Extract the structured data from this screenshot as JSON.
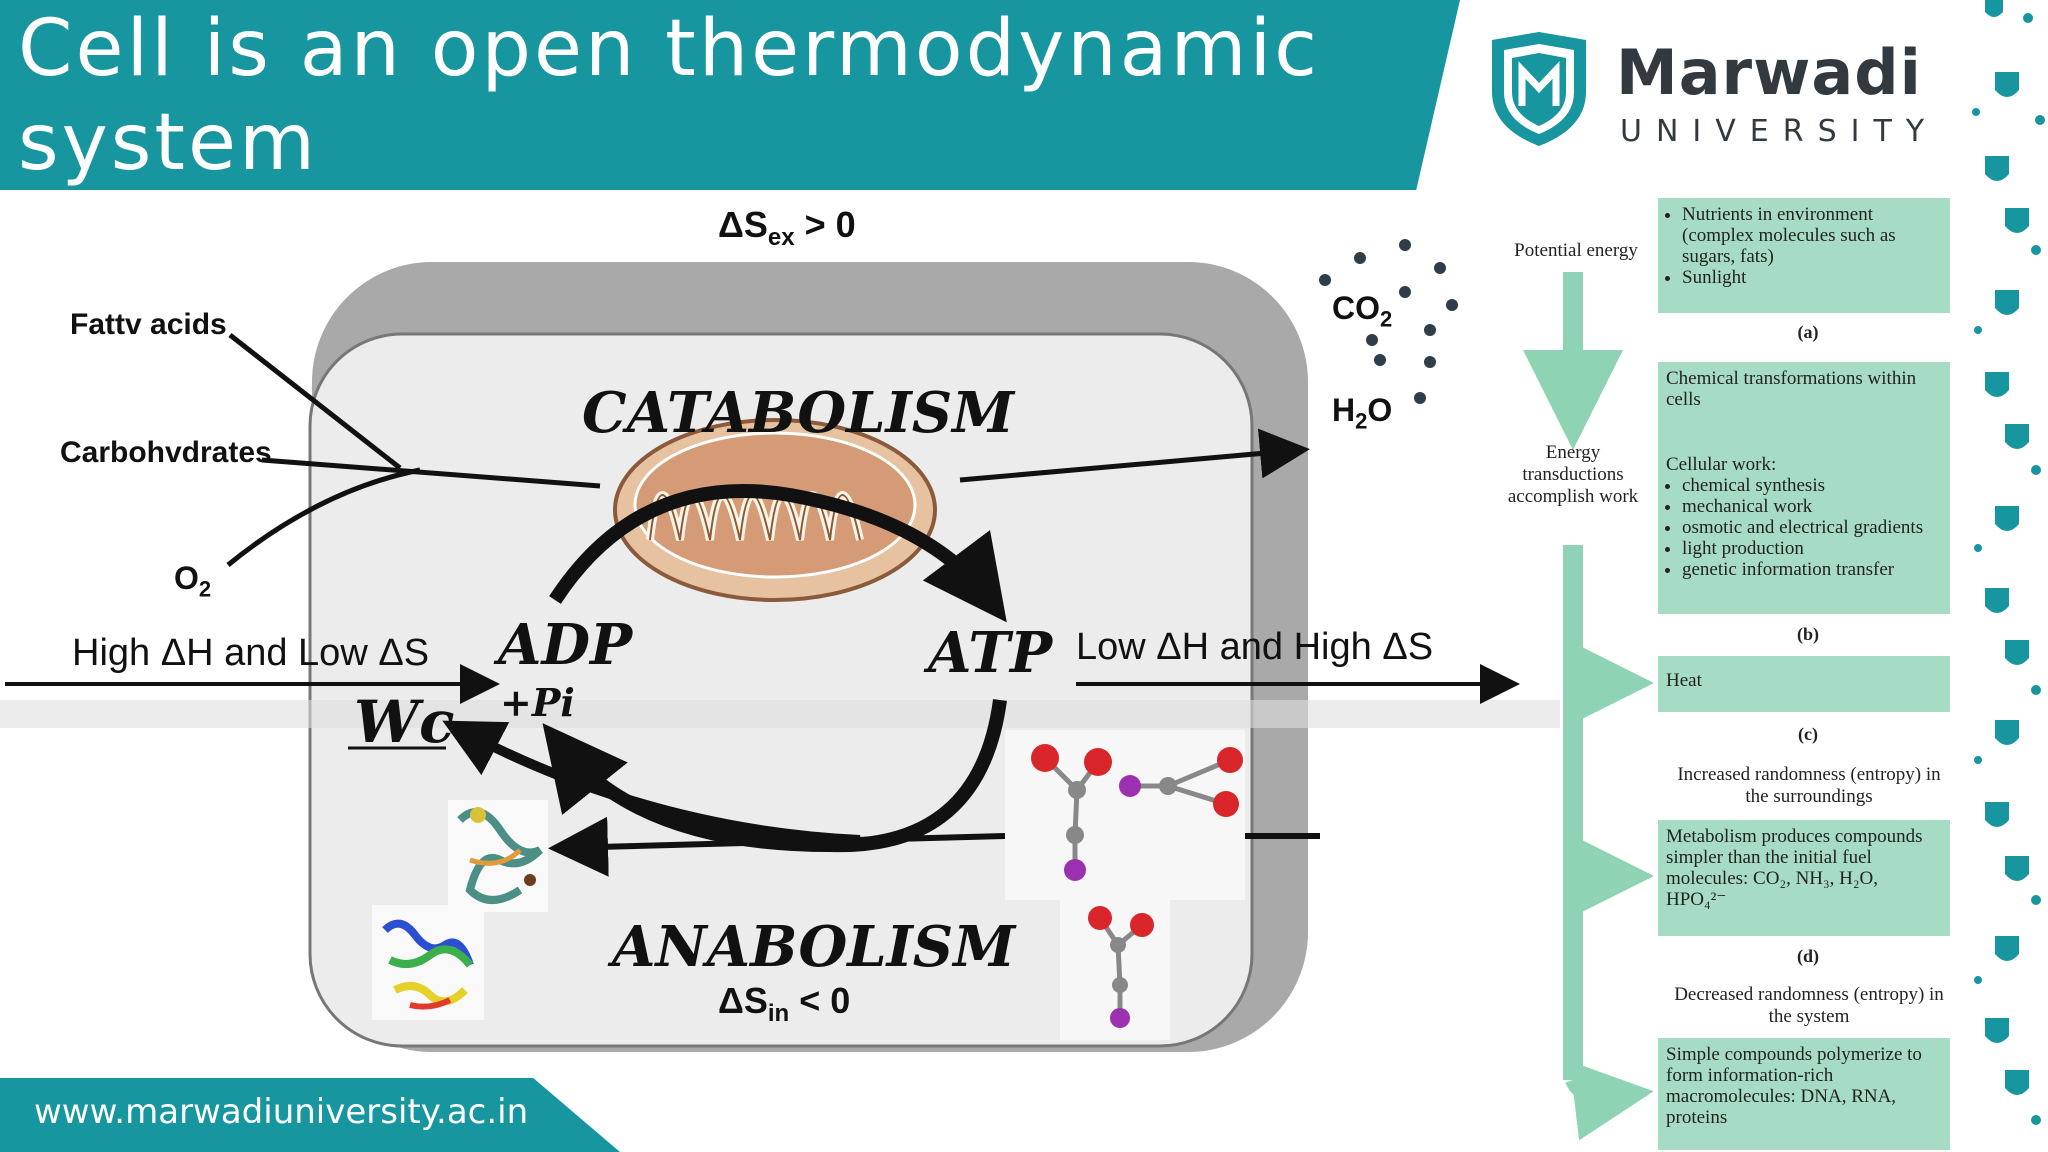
{
  "header": {
    "title": "Cell is an open thermodynamic system",
    "university_name": "Marwadi",
    "university_sub": "UNIVERSITY",
    "brand_color": "#1796a0"
  },
  "footer": {
    "url": "www.marwadiuniversity.ac.in"
  },
  "diagram": {
    "delta_s_ex": "ΔS",
    "delta_s_ex_sub": "ex",
    "delta_s_ex_rel": "> 0",
    "inputs": [
      "Fattv acids",
      "Carbohvdrates",
      "O"
    ],
    "o2_sub": "2",
    "catabolism": "CATABOLISM",
    "anabolism": "ANABOLISM",
    "delta_s_in": "ΔS",
    "delta_s_in_sub": "in",
    "delta_s_in_rel": "< 0",
    "adp": "ADP",
    "pi": "+Pi",
    "atp": "ATP",
    "wc": "Wc",
    "left_label": "High ΔH and Low ΔS",
    "right_label": "Low ΔH and High ΔS",
    "co2": "CO",
    "co2_sub": "2",
    "h2o_h": "H",
    "h2o_sub": "2",
    "h2o_o": "O"
  },
  "side_panel": {
    "potential_energy": "Potential energy",
    "energy_transductions": "Energy transductions accomplish work",
    "box_a_items": [
      "Nutrients in environment (complex molecules such as sugars, fats)",
      "Sunlight"
    ],
    "label_a": "(a)",
    "box_b_top": "Chemical transformations within cells",
    "box_b_heading": "Cellular work:",
    "box_b_items": [
      "chemical synthesis",
      "mechanical work",
      "osmotic and electrical gradients",
      "light production",
      "genetic information transfer"
    ],
    "label_b": "(b)",
    "box_heat": "Heat",
    "label_c": "(c)",
    "increased_randomness": "Increased randomness (entropy) in the surroundings",
    "box_d": "Metabolism produces compounds simpler than the initial fuel molecules: CO₂, NH₃, H₂O, HPO₄²⁻",
    "label_d": "(d)",
    "decreased_randomness": "Decreased randomness (entropy) in the system",
    "box_e": "Simple compounds polymerize to form information-rich macromolecules: DNA, RNA, proteins"
  }
}
